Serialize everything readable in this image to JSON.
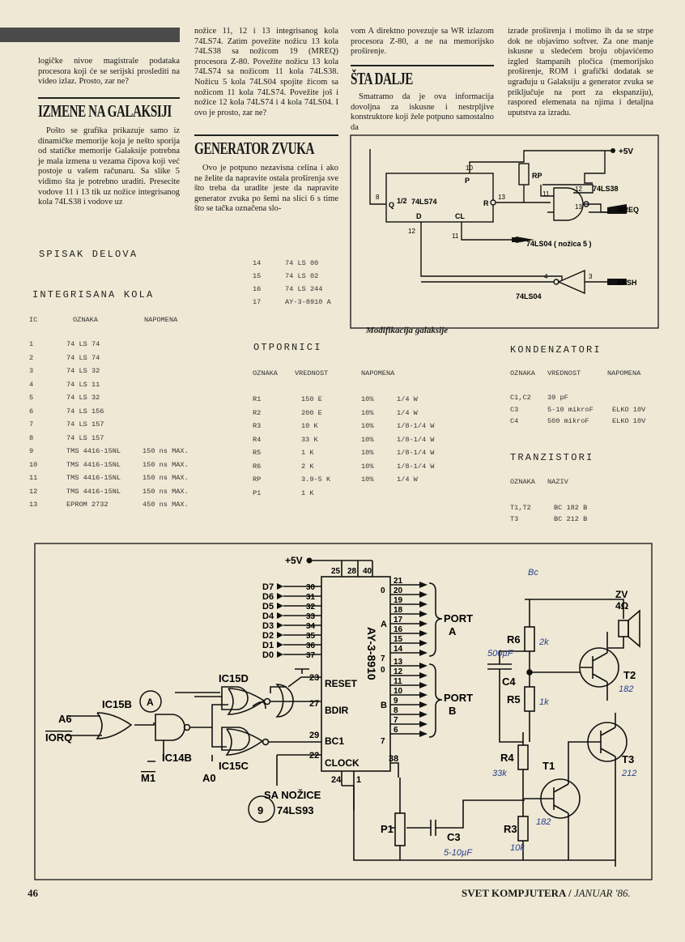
{
  "left_col": {
    "intro": "logičke nivoe magistrale podataka procesora koji će se serijski proslediti na video izlaz. Prosto, zar ne?",
    "heading": "IZMENE NA GALAKSIJI",
    "body": "Pošto se grafika prikazuje samo iz dinamičke memorije koja je nešto sporija od statičke memorije Galaksije potrebna je mala izmena u vezama čipova koji već postoje u vašem računaru. Sa slike 5 vidimo šta je potrebno uraditi. Presecite vodove 11 i 13 tik uz nožice integrisanog kola 74LS38 i vodove uz"
  },
  "mid_col": {
    "intro": "nožice 11, 12 i 13 integrisanog kola 74LS74. Zatim povežite nožicu 13 kola 74LS38 sa nožicom 19 (MREQ) procesora Z-80. Povežite nožicu 13 kola 74LS74 sa nožicom 11 kola 74LS38. Nožicu 5 kola 74LS04 spojite žicom sa nožicom 11 kola 74LS74. Povežite još i nožice 12 kola 74LS74 i 4 kola 74LS04. I ovo je prosto, zar ne?",
    "heading": "GENERATOR ZVUKA",
    "body": "Ovo je potpuno nezavisna celina i ako ne želite da napravite ostala proširenja sve što treba da uradite jeste da napravite generator zvuka po šemi na slici 6 s time što se tačka označena slo-"
  },
  "right_col1": {
    "intro": "vom A direktno povezuje sa WR izlazom procesora Z-80, a ne na memorijsko proširenje.",
    "heading": "ŠTA DALJE",
    "body": "Smatramo da je ova informacija dovoljna za iskusne i nestrpljive konstruktore koji žele potpuno samostalno da"
  },
  "right_col2": {
    "body": "izrade proširenja i molimo ih da se strpe dok ne objavimo softver. Za one manje iskusne u sledećem broju objavićemo izgled štampanih pločica (memorijsko proširenje, ROM i grafički dodatak se ugrađuju u Galaksiju a generator zvuka se priključuje na port za ekspanziju), raspored elemenata na njima i detaljna uputstva za izradu."
  },
  "fig5": {
    "caption": "Modifikacija galaksije",
    "labels": {
      "vcc": "+5V",
      "ff": "74LS74",
      "half": "1/2",
      "q": "Q",
      "p": "P",
      "r": "R",
      "d": "D",
      "cl": "CL",
      "rp": "RP",
      "nand": "74LS38",
      "mreq": "MREQ",
      "inv_note": "74LS04 ( nožica 5 )",
      "inv": "74LS04",
      "rfsh": "RFSH",
      "pins": [
        "8",
        "10",
        "13",
        "11",
        "12",
        "13",
        "12",
        "11",
        "4",
        "3"
      ]
    }
  },
  "parts": {
    "title": "SPISAK DELOVA",
    "ic_title": "INTEGRISANA KOLA",
    "ic_headers": [
      "IC",
      "OZNAKA",
      "NAPOMENA"
    ],
    "ic_rows": [
      [
        "1",
        "74 LS 74",
        ""
      ],
      [
        "2",
        "74 LS 74",
        ""
      ],
      [
        "3",
        "74 LS 32",
        ""
      ],
      [
        "4",
        "74 LS 11",
        ""
      ],
      [
        "5",
        "74 LS 32",
        ""
      ],
      [
        "6",
        "74 LS 156",
        ""
      ],
      [
        "7",
        "74 LS 157",
        ""
      ],
      [
        "8",
        "74 LS 157",
        ""
      ],
      [
        "9",
        "TMS 4416-15NL",
        "150 ns MAX."
      ],
      [
        "10",
        "TMS 4416-15NL",
        "150 ns MAX."
      ],
      [
        "11",
        "TMS 4416-15NL",
        "150 ns MAX."
      ],
      [
        "12",
        "TMS 4416-15NL",
        "150 ns MAX."
      ],
      [
        "13",
        "EPROM 2732",
        "450 ns MAX."
      ]
    ],
    "ic_rows2": [
      [
        "14",
        "74 LS 00"
      ],
      [
        "15",
        "74 LS 02"
      ],
      [
        "16",
        "74 LS 244"
      ],
      [
        "17",
        "AY-3-8910 A"
      ]
    ],
    "res_title": "OTPORNICI",
    "res_headers": [
      "OZNAKA",
      "VREDNOST",
      "NAPOMENA"
    ],
    "res_rows": [
      [
        "R1",
        "150 E",
        "10%",
        "1/4 W"
      ],
      [
        "R2",
        "200 E",
        "10%",
        "1/4 W"
      ],
      [
        "R3",
        "10 K",
        "10%",
        "1/8-1/4 W"
      ],
      [
        "R4",
        "33 K",
        "10%",
        "1/8-1/4 W"
      ],
      [
        "R5",
        "1 K",
        "10%",
        "1/8-1/4 W"
      ],
      [
        "R6",
        "2 K",
        "10%",
        "1/8-1/4 W"
      ],
      [
        "RP",
        "3.9-5 K",
        "10%",
        "1/4 W"
      ],
      [
        "P1",
        "1 K",
        "",
        ""
      ]
    ],
    "cap_title": "KONDENZATORI",
    "cap_headers": [
      "OZNAKA",
      "VREDNOST",
      "NAPOMENA"
    ],
    "cap_rows": [
      [
        "C1,C2",
        "39 pF",
        ""
      ],
      [
        "C3",
        "5-10 mikroF",
        "ELKO 10V"
      ],
      [
        "C4",
        "500 mikroF",
        "ELKO 10V"
      ]
    ],
    "tr_title": "TRANZISTORI",
    "tr_headers": [
      "OZNAKA",
      "NAZIV"
    ],
    "tr_rows": [
      [
        "T1,T2",
        "BC 182 B"
      ],
      [
        "T3",
        "BC 212 B"
      ]
    ]
  },
  "fig6": {
    "vcc": "+5V",
    "chip": "AY-3-8910",
    "data_pins": [
      "D7",
      "D6",
      "D5",
      "D4",
      "D3",
      "D2",
      "D1",
      "D0"
    ],
    "data_nums": [
      "30",
      "31",
      "32",
      "33",
      "34",
      "35",
      "36",
      "37"
    ],
    "top_pins": [
      "25",
      "28",
      "40"
    ],
    "porta_nums": [
      "21",
      "20",
      "19",
      "18",
      "17",
      "16",
      "15",
      "14"
    ],
    "portb_nums": [
      "13",
      "12",
      "11",
      "10",
      "9",
      "8",
      "7",
      "6"
    ],
    "port_a": "PORT A",
    "port_b": "PORT B",
    "a_letter": "A",
    "b_letter": "B",
    "bit0": "0",
    "bit7": "7",
    "reset": "RESET",
    "bdir": "BDIR",
    "bc1": "BC1",
    "clock": "CLOCK",
    "pin23": "23",
    "pin27": "27",
    "pin29": "29",
    "pin22": "22",
    "pin24": "24",
    "pin1": "1",
    "pin38": "38",
    "ic15d": "IC15D",
    "ic15b": "IC15B",
    "ic14b": "IC14B",
    "ic15c": "IC15C",
    "a6": "A6",
    "iorq": "IORQ",
    "m1": "M1",
    "a0": "A0",
    "point_a": "A",
    "sa_nozice": "SA NOŽICE",
    "pin9": "9",
    "ls93": "74LS93",
    "p1": "P1",
    "c3": "C3",
    "c3_hand": "5-10µF",
    "c4": "C4",
    "c4_hand": "500µF",
    "r3": "R3",
    "r3_hand": "10k",
    "r4": "R4",
    "r4_hand": "33k",
    "r5": "R5",
    "r5_hand": "1k",
    "r6": "R6",
    "r6_hand": "2k",
    "t1": "T1",
    "t1_hand": "182",
    "t2": "T2",
    "t2_hand": "182",
    "t3": "T3",
    "t3_hand": "212",
    "zv": "ZV",
    "zv_ohm": "4Ω",
    "bc_hand": "Bc"
  },
  "footer": {
    "page": "46",
    "magazine": "SVET KOMPJUTERA",
    "sep": "/",
    "issue": "JANUAR '86."
  }
}
